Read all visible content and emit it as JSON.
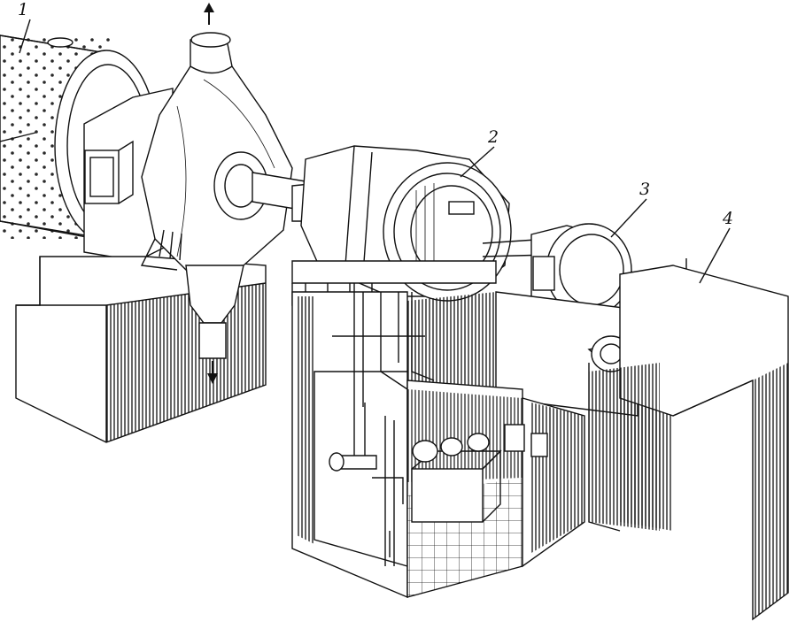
{
  "callouts": [
    {
      "id": "1",
      "text": "1"
    },
    {
      "id": "2",
      "text": "2"
    },
    {
      "id": "3",
      "text": "3"
    },
    {
      "id": "4",
      "text": "4"
    }
  ],
  "colors": {
    "ink": "#111111",
    "paper": "#ffffff"
  },
  "icons": {
    "flow_out_top": "arrow-up-icon",
    "flow_out_bottom": "arrow-down-icon"
  }
}
